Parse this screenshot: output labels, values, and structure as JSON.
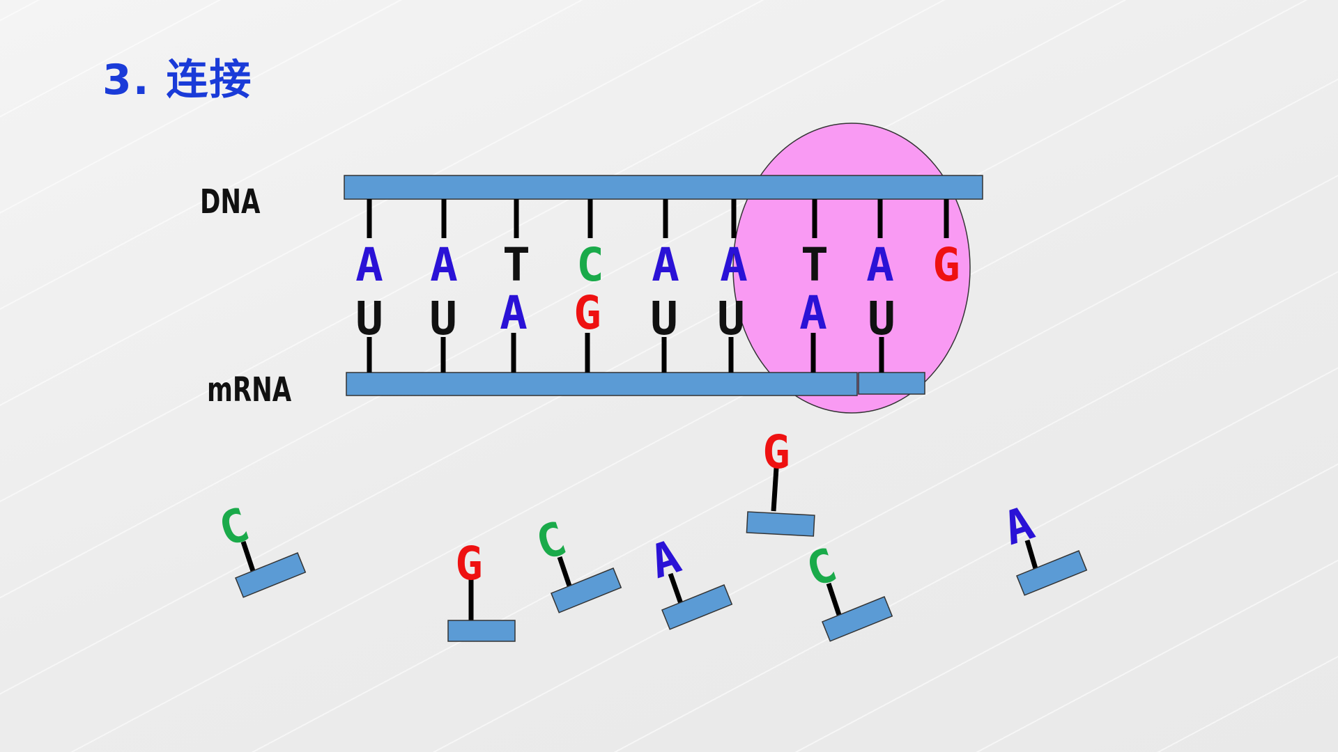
{
  "title": "3. 连接",
  "labels": {
    "dna": "DNA",
    "mrna": "mRNA"
  },
  "colors": {
    "A": "#2a12d6",
    "T": "#111111",
    "C": "#1aaa4a",
    "G": "#ee1111",
    "U": "#111111",
    "strand": "#5b9bd5",
    "ribosome": "#f99af3"
  },
  "dna_bases": [
    "A",
    "A",
    "T",
    "C",
    "A",
    "A",
    "T",
    "A",
    "G"
  ],
  "mrna_bases": [
    "U",
    "U",
    "A",
    "G",
    "U",
    "U",
    "A",
    "U"
  ],
  "free_nucleotides": [
    "C",
    "G",
    "C",
    "A",
    "G",
    "C",
    "A"
  ]
}
